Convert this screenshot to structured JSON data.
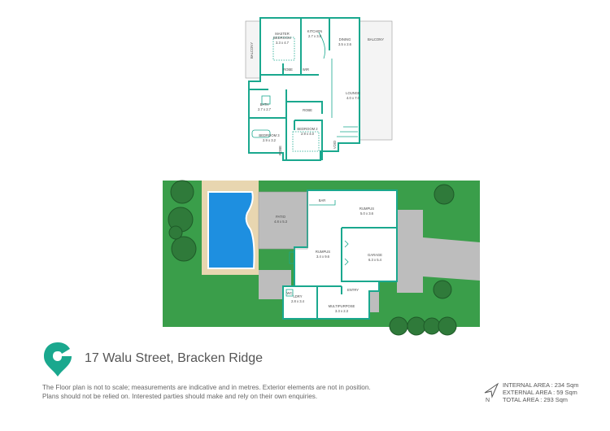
{
  "address": "17 Walu Street, Bracken Ridge",
  "disclaimer": [
    "The Floor plan is not to scale; measurements are indicative and in metres. Exterior elements are not in position.",
    "Plans should not be relied on. Interested parties should make and rely on their own enquiries."
  ],
  "areas": {
    "internal": "INTERNAL AREA : 234 Sqm",
    "external": "EXTERNAL AREA : 59 Sqm",
    "total": "TOTAL AREA : 293 Sqm"
  },
  "north_label": "N",
  "upper_floor": {
    "rooms": [
      {
        "name": "MASTER",
        "sub": "BEDROOM",
        "dims": "3.3 x 4.7"
      },
      {
        "name": "KITCHEN",
        "dims": "2.7 x 3.8"
      },
      {
        "name": "DINING",
        "dims": "3.5 x 2.6"
      },
      {
        "name": "BALCONY",
        "dims": ""
      },
      {
        "name": "BALCONY",
        "dims": ""
      },
      {
        "name": "ROBE",
        "dims": ""
      },
      {
        "name": "WIR",
        "dims": ""
      },
      {
        "name": "LOUNGE",
        "dims": "4.0 x 7.0"
      },
      {
        "name": "BATH",
        "dims": "2.7 x 2.7"
      },
      {
        "name": "ROBE",
        "dims": ""
      },
      {
        "name": "BEDROOM 3",
        "dims": "2.9 x 3.2"
      },
      {
        "name": "BEDROOM 2",
        "dims": "2.9 x 4.0"
      },
      {
        "name": "ROBE",
        "dims": ""
      },
      {
        "name": "VOID",
        "dims": ""
      }
    ]
  },
  "lower_floor": {
    "rooms": [
      {
        "name": "PATIO",
        "dims": "4.8 x 5.3"
      },
      {
        "name": "BAR",
        "dims": ""
      },
      {
        "name": "RUMPUS",
        "dims": "5.0 x 3.6"
      },
      {
        "name": "RUMPUS",
        "dims": "3.4 x 9.6"
      },
      {
        "name": "GARAGE",
        "dims": "6.3 x 5.4"
      },
      {
        "name": "ENTRY",
        "dims": ""
      },
      {
        "name": "LDRY",
        "dims": "2.8 x 3.4"
      },
      {
        "name": "MULTIPURPOSE",
        "dims": "3.3 x 2.3"
      },
      {
        "name": "WC",
        "dims": ""
      }
    ]
  },
  "colors": {
    "wall": "#1aa88e",
    "pool": "#1e8fe0",
    "lawn": "#3a9e4a",
    "tree": "#2f7a3a",
    "paving": "#bdbdbd",
    "deck": "#e8d6b0",
    "logo": "#1aa88e"
  },
  "icons": [
    "logo-icon",
    "north-arrow-icon"
  ]
}
